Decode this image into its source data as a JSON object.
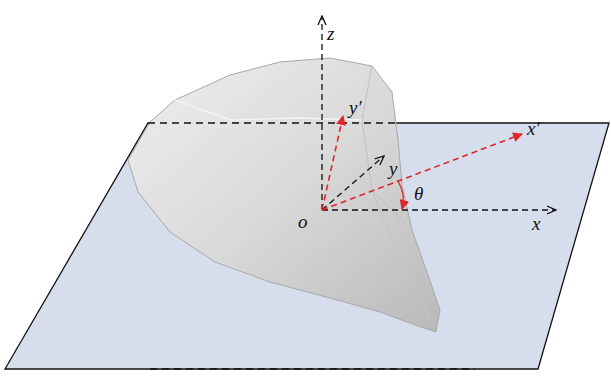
{
  "diagram": {
    "labels": [
      "z",
      "y′",
      "y",
      "x′",
      "o",
      "θ",
      "x"
    ]
  }
}
